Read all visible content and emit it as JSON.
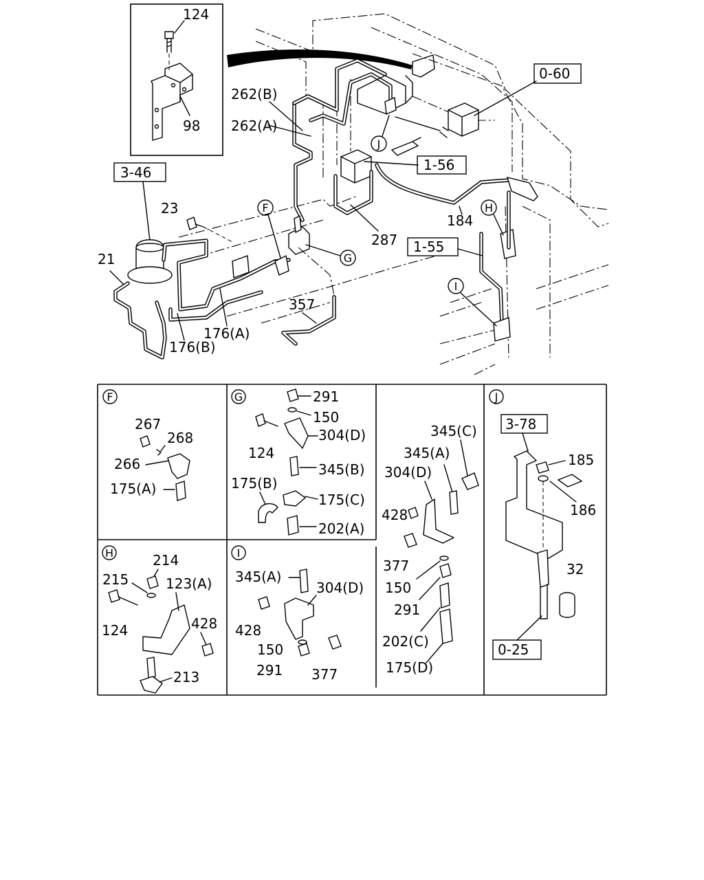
{
  "main_labels": {
    "l124": "124",
    "l98": "98",
    "l262b": "262(B)",
    "l262a": "262(A)",
    "l346": "3-46",
    "l060": "0-60",
    "l156": "1-56",
    "l155": "1-55",
    "l23": "23",
    "l21": "21",
    "l287": "287",
    "l184": "184",
    "l357": "357",
    "l176a": "176(A)",
    "l176b": "176(B)",
    "cF": "F",
    "cG": "G",
    "cH": "H",
    "cI": "I",
    "cJ": "J"
  },
  "panels": {
    "F": {
      "tag": "F",
      "l267": "267",
      "l268": "268",
      "l266": "266",
      "l175a": "175(A)"
    },
    "G": {
      "tag": "G",
      "l291": "291",
      "l150": "150",
      "l304d": "304(D)",
      "l124": "124",
      "l345b": "345(B)",
      "l175b": "175(B)",
      "l175c": "175(C)",
      "l202a": "202(A)"
    },
    "C3": {
      "l345c": "345(C)",
      "l345a": "345(A)",
      "l304d": "304(D)",
      "l428": "428",
      "l377": "377",
      "l150": "150",
      "l291": "291",
      "l202c": "202(C)",
      "l175d": "175(D)"
    },
    "J": {
      "tag": "J",
      "l378": "3-78",
      "l185": "185",
      "l186": "186",
      "l32": "32",
      "l025": "0-25"
    },
    "H": {
      "tag": "H",
      "l214": "214",
      "l215": "215",
      "l123a": "123(A)",
      "l428": "428",
      "l124": "124",
      "l213": "213"
    },
    "I": {
      "tag": "I",
      "l345a": "345(A)",
      "l304d": "304(D)",
      "l428": "428",
      "l150": "150",
      "l291": "291",
      "l377": "377"
    }
  }
}
